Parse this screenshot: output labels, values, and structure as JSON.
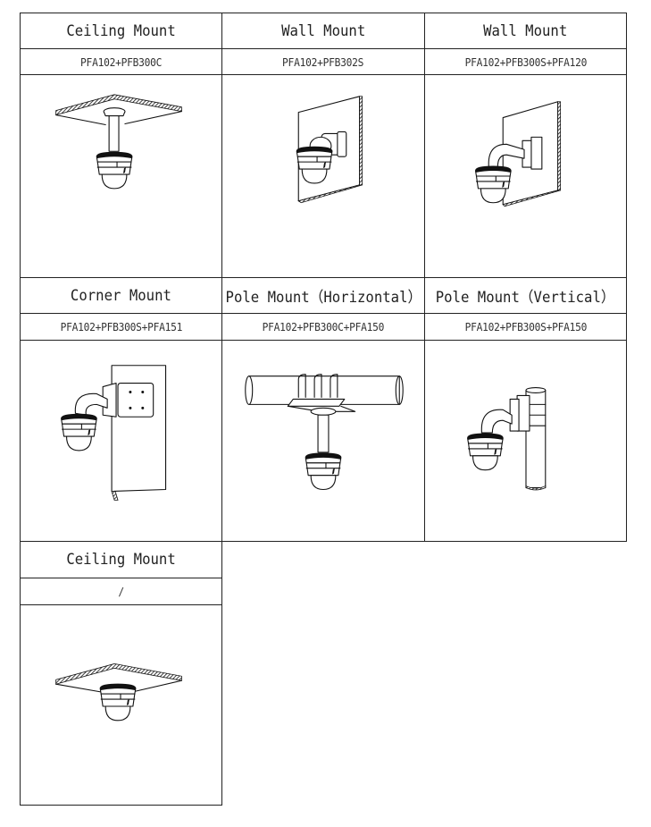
{
  "table": {
    "rows": [
      {
        "cells": [
          {
            "title": "Ceiling Mount",
            "model": "PFA102+PFB300C",
            "illustration": "ceiling-mount-with-pendant-icon"
          },
          {
            "title": "Wall Mount",
            "model": "PFA102+PFB302S",
            "illustration": "wall-mount-short-bracket-icon"
          },
          {
            "title": "Wall Mount",
            "model": "PFA102+PFB300S+PFA120",
            "illustration": "wall-mount-arm-bracket-icon"
          }
        ]
      },
      {
        "cells": [
          {
            "title": "Corner Mount",
            "model": "PFA102+PFB300S+PFA151",
            "illustration": "corner-mount-icon"
          },
          {
            "title": "Pole Mount（Horizontal）",
            "model": "PFA102+PFB300C+PFA150",
            "illustration": "pole-mount-horizontal-icon"
          },
          {
            "title": "Pole Mount（Vertical）",
            "model": "PFA102+PFB300S+PFA150",
            "illustration": "pole-mount-vertical-icon"
          }
        ]
      },
      {
        "cells": [
          {
            "title": "Ceiling Mount",
            "model": "/",
            "illustration": "ceiling-mount-flush-icon"
          }
        ]
      }
    ]
  },
  "colors": {
    "border": "#222222",
    "background": "#ffffff",
    "text": "#222222"
  }
}
